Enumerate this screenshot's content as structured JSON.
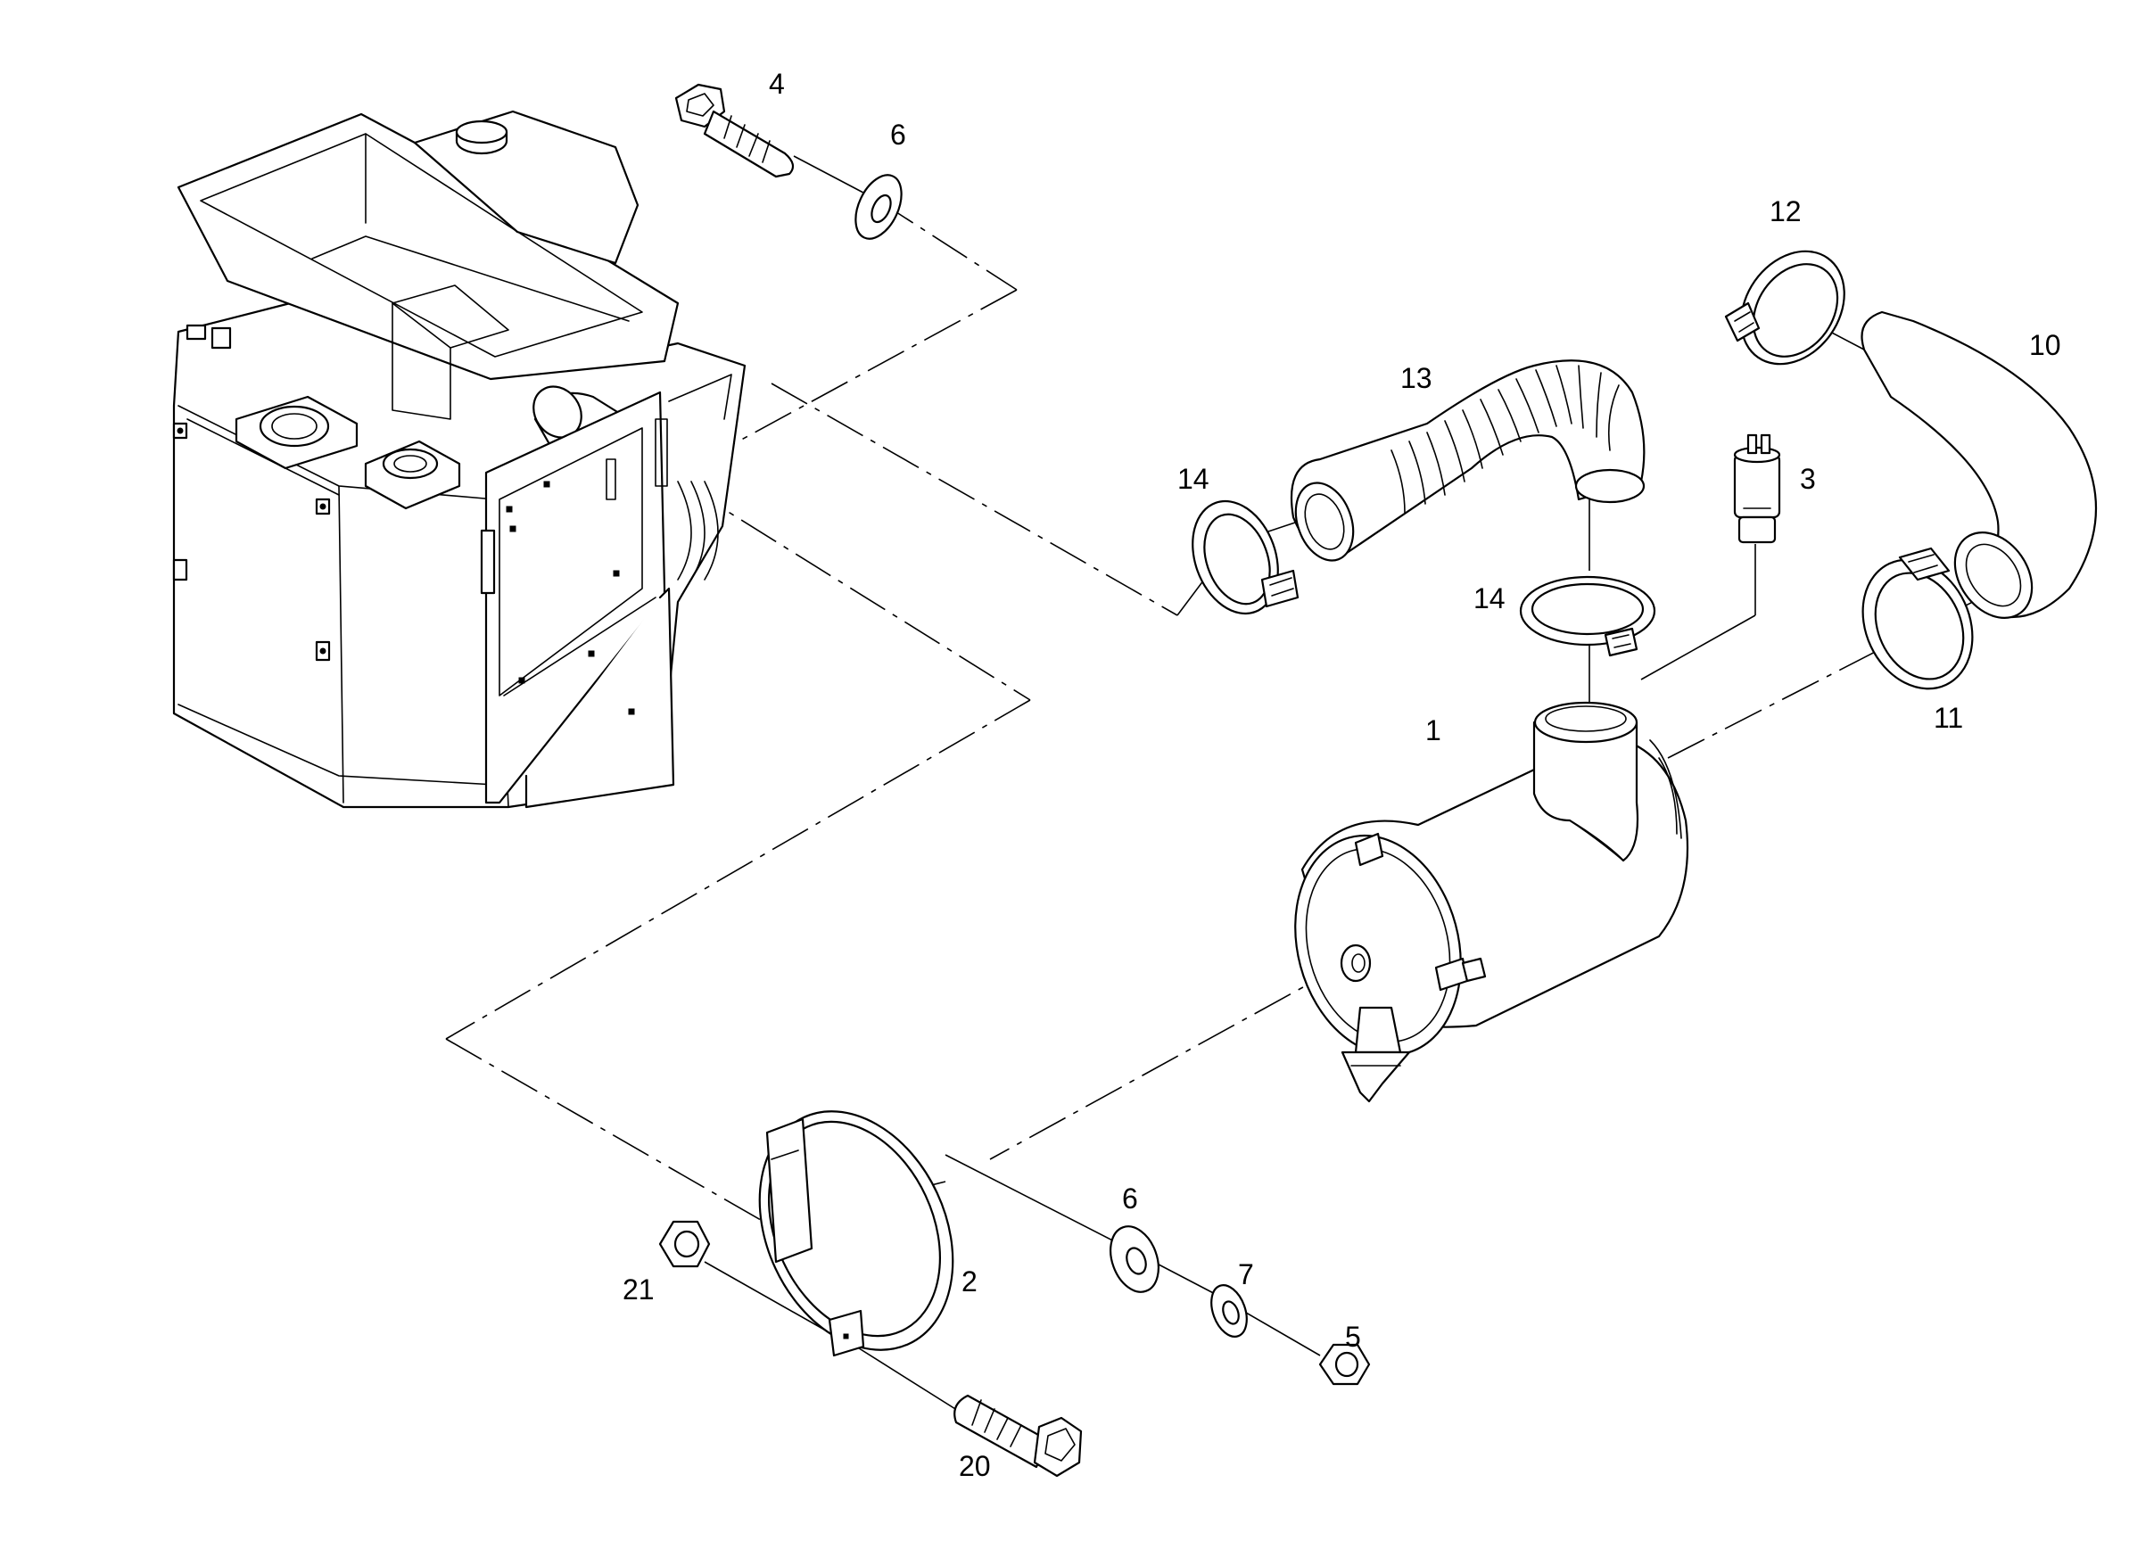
{
  "diagram": {
    "callouts": {
      "c1": "1",
      "c2": "2",
      "c3": "3",
      "c4": "4",
      "c5": "5",
      "c6a": "6",
      "c6b": "6",
      "c7": "7",
      "c10": "10",
      "c11": "11",
      "c12": "12",
      "c13": "13",
      "c14a": "14",
      "c14b": "14",
      "c20": "20",
      "c21": "21"
    }
  }
}
